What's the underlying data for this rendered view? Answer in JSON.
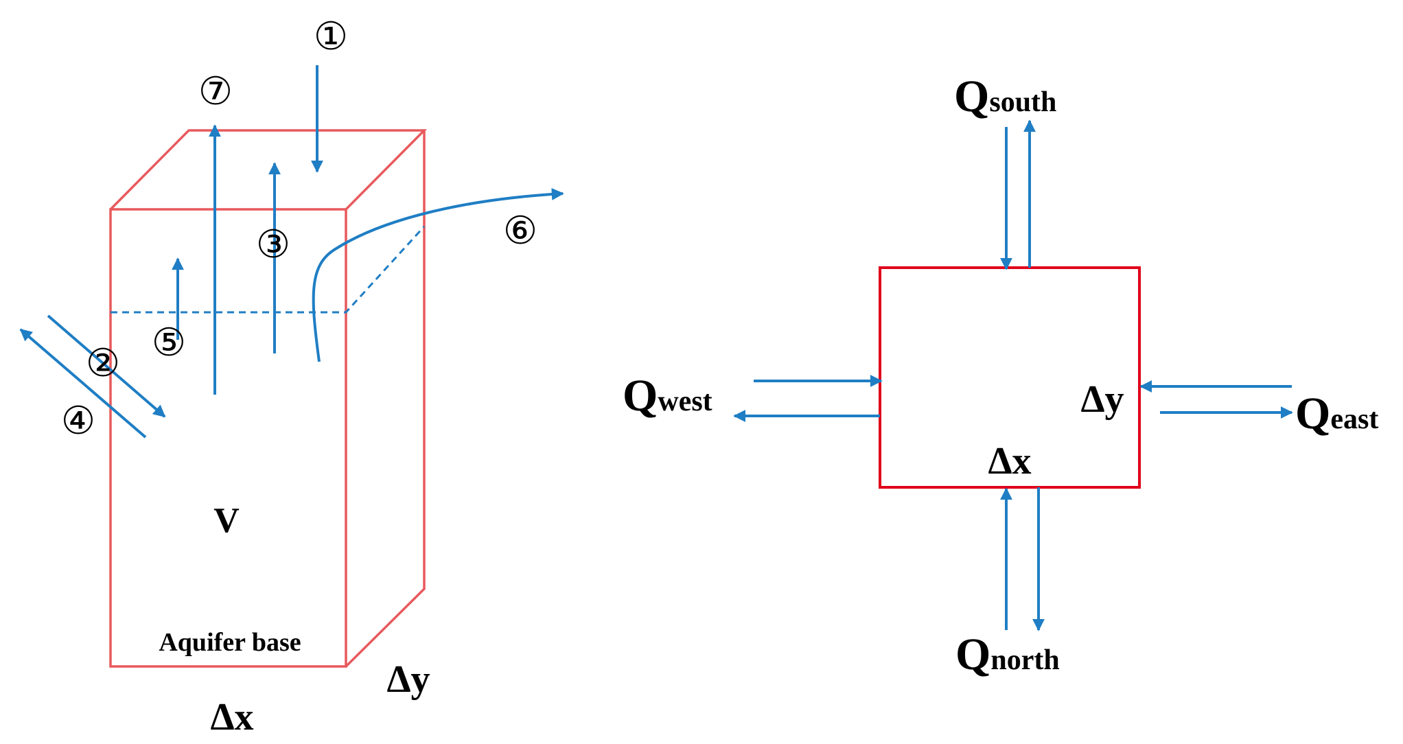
{
  "left_block": {
    "markers": [
      "①",
      "②",
      "③",
      "④",
      "⑤",
      "⑥",
      "⑦"
    ],
    "volume_label": "V",
    "base_label": "Aquifer base",
    "dx_label": "Δx",
    "dy_label": "Δy"
  },
  "right_block": {
    "q_south": {
      "main": "Q",
      "sub": "south"
    },
    "q_north": {
      "main": "Q",
      "sub": "north"
    },
    "q_west": {
      "main": "Q",
      "sub": "west"
    },
    "q_east": {
      "main": "Q",
      "sub": "east"
    },
    "dx_label": "Δx",
    "dy_label": "Δy"
  },
  "colors": {
    "box_outline_left": "#e8595c",
    "box_outline_right": "#e0001a",
    "arrow": "#1f7ec4",
    "text": "#000000"
  }
}
